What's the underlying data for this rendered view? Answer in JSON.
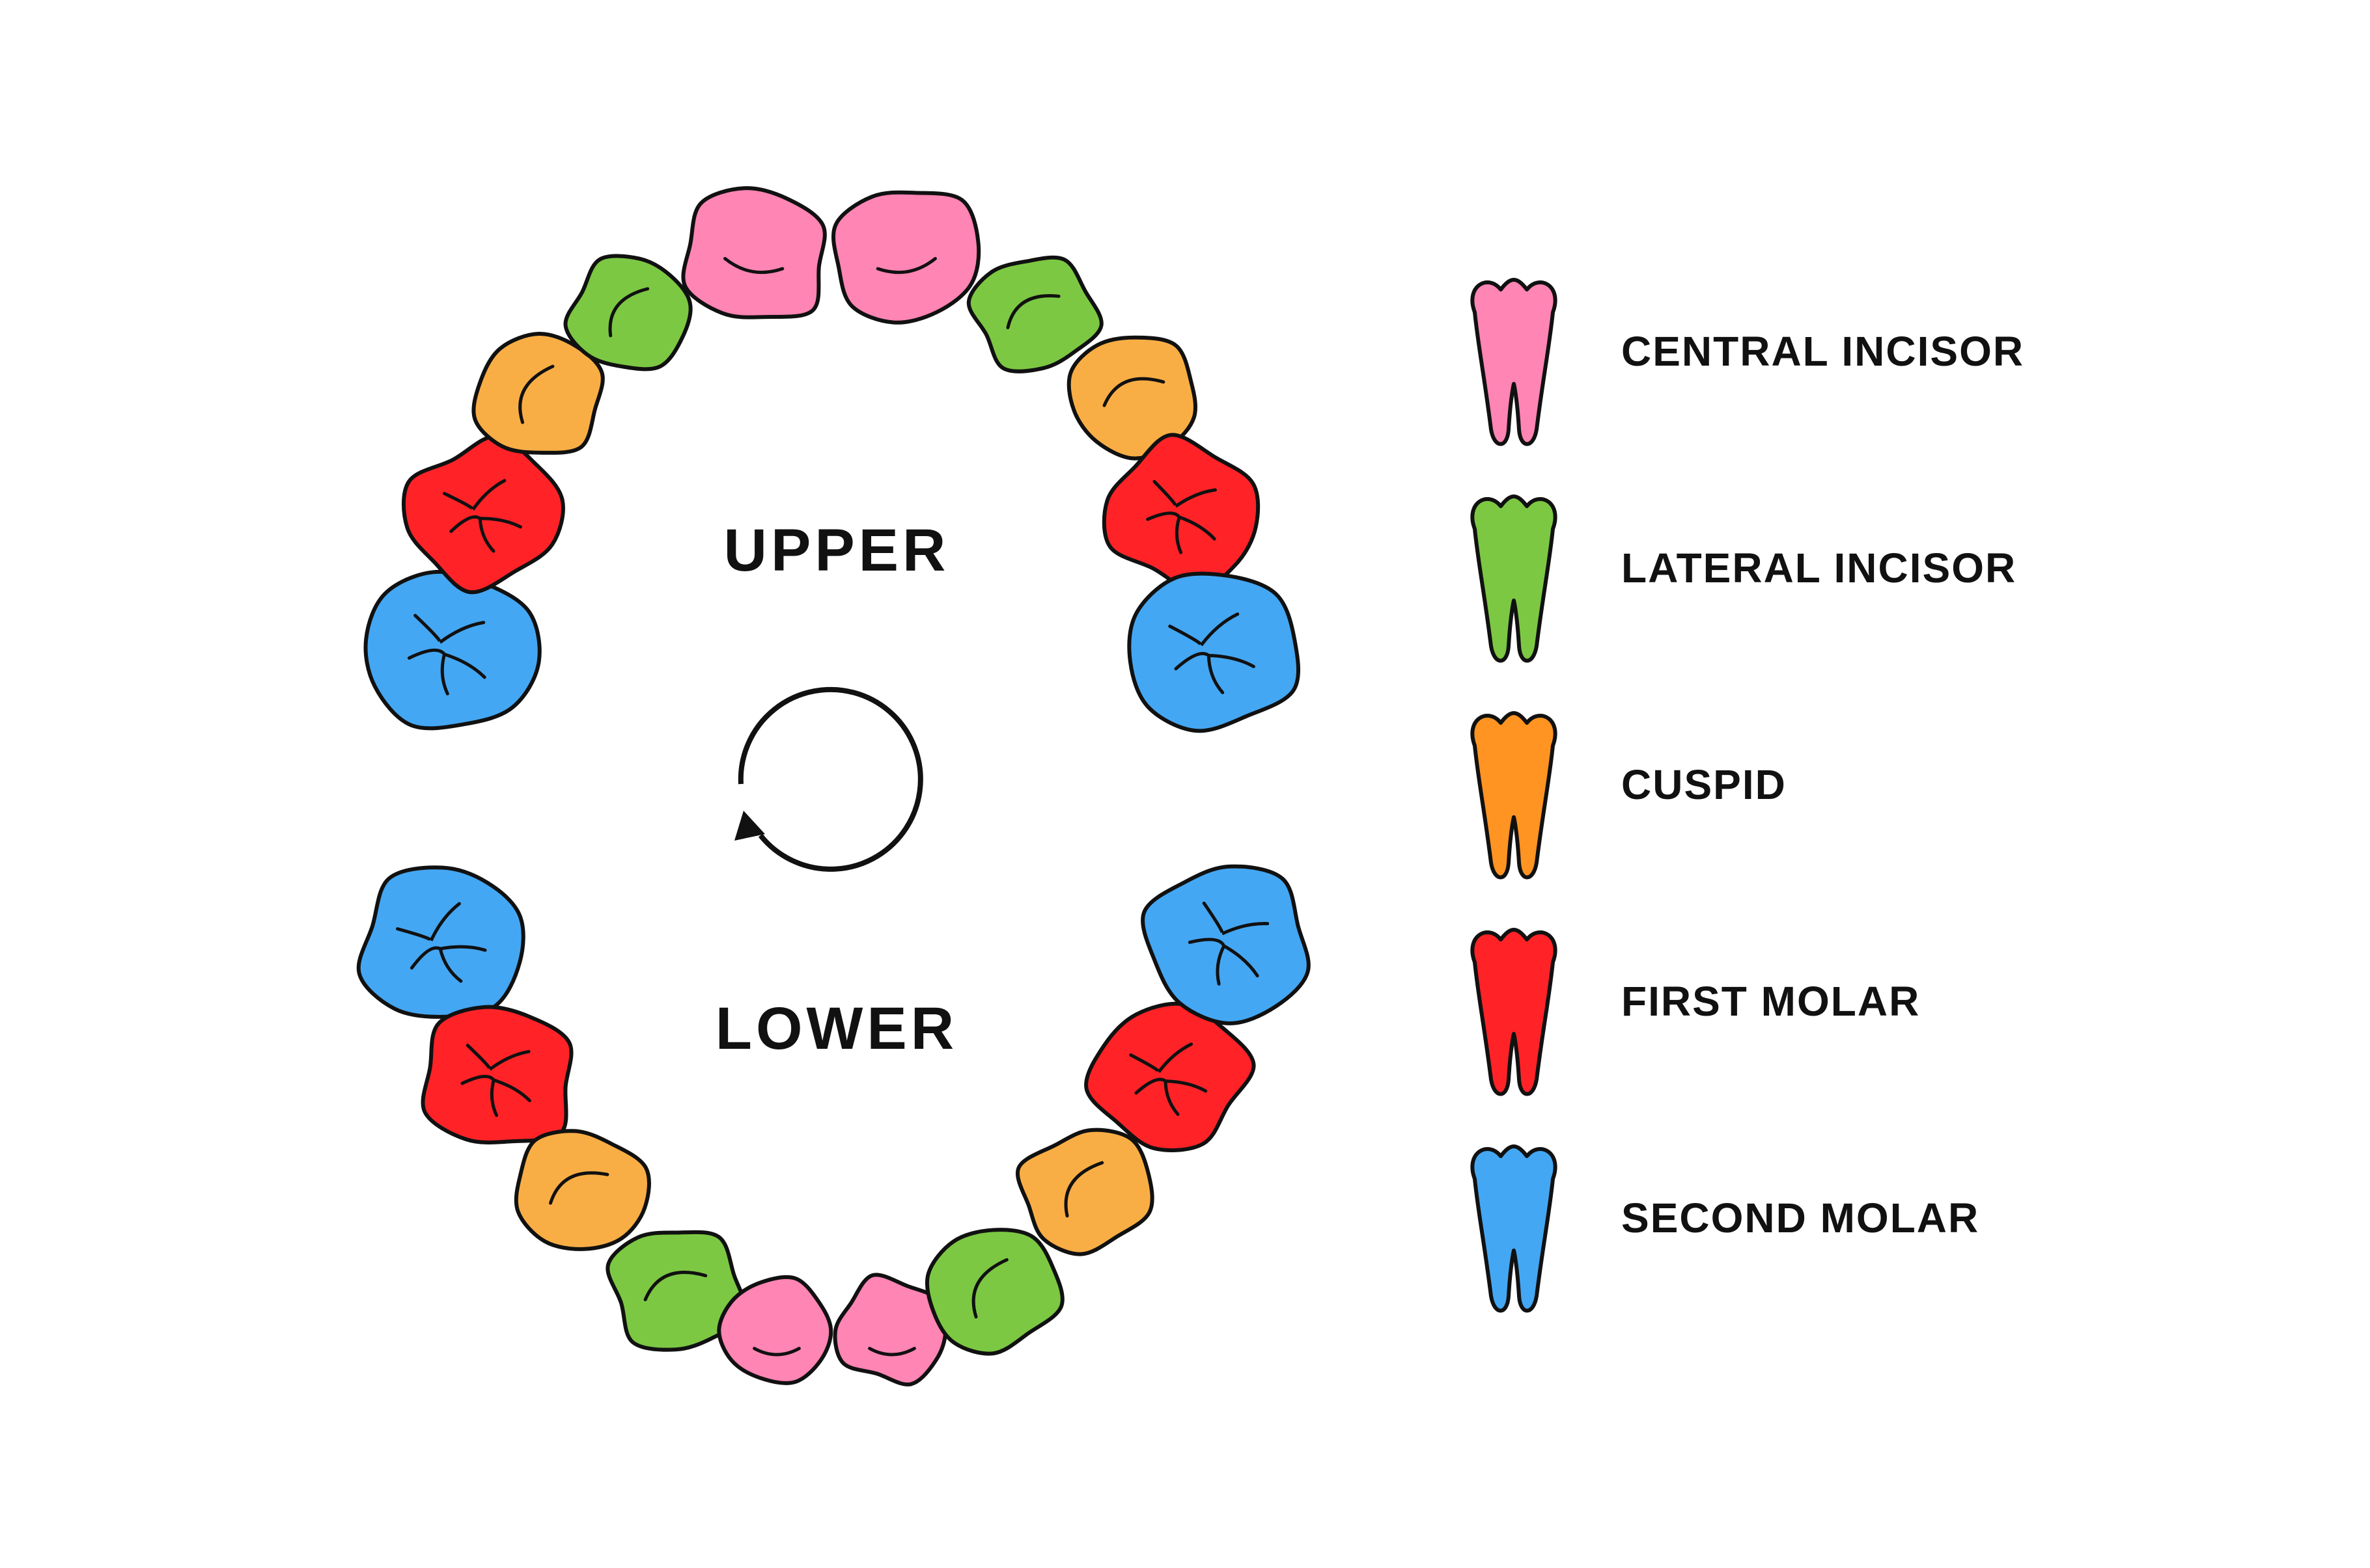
{
  "jaws": {
    "upper": {
      "label": "UPPER"
    },
    "lower": {
      "label": "LOWER"
    }
  },
  "rotation_icon": "counterclockwise-rotate-arrow-icon",
  "legend": [
    {
      "key": "central",
      "label": "CENTRAL INCISOR",
      "color": "#FF85B4"
    },
    {
      "key": "lateral",
      "label": "LATERAL INCISOR",
      "color": "#7CC843"
    },
    {
      "key": "cuspid",
      "label": "CUSPID",
      "color": "#F9AE45"
    },
    {
      "key": "first",
      "label": "FIRST MOLAR",
      "color": "#FF2328"
    },
    {
      "key": "second",
      "label": "SECOND MOLAR",
      "color": "#44A7F3"
    }
  ],
  "legend_icon_colors": {
    "central": "#FF85B4",
    "lateral": "#7CC843",
    "cuspid": "#FF9422",
    "first": "#FF2328",
    "second": "#44A7F3"
  },
  "teeth": {
    "upper": [
      "second",
      "first",
      "cuspid",
      "lateral",
      "central",
      "central",
      "lateral",
      "cuspid",
      "first",
      "second"
    ],
    "lower": [
      "second",
      "first",
      "cuspid",
      "lateral",
      "central",
      "central",
      "lateral",
      "cuspid",
      "first",
      "second"
    ]
  }
}
